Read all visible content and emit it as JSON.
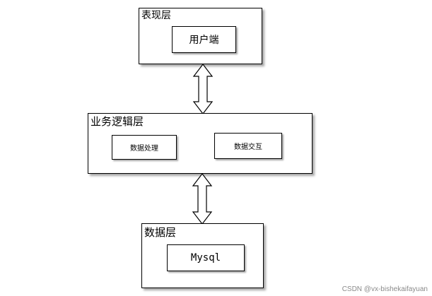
{
  "diagram": {
    "presentation_layer": {
      "title": "表现层",
      "components": [
        "用户端"
      ]
    },
    "business_layer": {
      "title": "业务逻辑层",
      "components": [
        "数据处理",
        "数据交互"
      ]
    },
    "data_layer": {
      "title": "数据层",
      "components": [
        "Mysql"
      ]
    },
    "connectors": [
      {
        "from": "表现层",
        "to": "业务逻辑层",
        "type": "double-arrow"
      },
      {
        "from": "业务逻辑层",
        "to": "数据层",
        "type": "double-arrow"
      }
    ]
  },
  "watermark": "CSDN @vx-bishekaifayuan"
}
